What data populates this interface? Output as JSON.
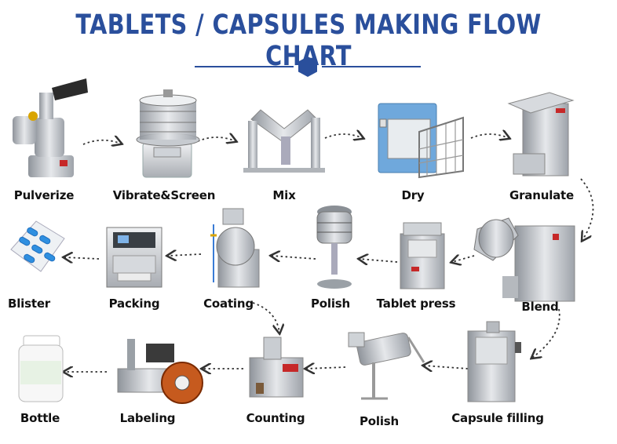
{
  "title": "TABLETS / CAPSULES MAKING FLOW CHART",
  "colors": {
    "title": "#2a4f9c",
    "arrow": "#333333",
    "steel": "#b8bcc2",
    "capsule_blue": "#2f8fe0"
  },
  "steps": [
    {
      "id": "pulverize",
      "label": "Pulverize",
      "icon": "pulverizer-machine"
    },
    {
      "id": "vibrate-screen",
      "label": "Vibrate&Screen",
      "icon": "vibrating-sieve"
    },
    {
      "id": "mix",
      "label": "Mix",
      "icon": "v-mixer"
    },
    {
      "id": "dry",
      "label": "Dry",
      "icon": "drying-oven"
    },
    {
      "id": "granulate",
      "label": "Granulate",
      "icon": "granulator"
    },
    {
      "id": "blend",
      "label": "Blend",
      "icon": "blender-machine"
    },
    {
      "id": "tablet-press",
      "label": "Tablet press",
      "icon": "tablet-press"
    },
    {
      "id": "polish-1",
      "label": "Polish",
      "icon": "tablet-polisher"
    },
    {
      "id": "coating",
      "label": "Coating",
      "icon": "coating-pan"
    },
    {
      "id": "packing",
      "label": "Packing",
      "icon": "packing-machine"
    },
    {
      "id": "blister",
      "label": "Blister",
      "icon": "blister-pack"
    },
    {
      "id": "capsule-filling",
      "label": "Capsule filling",
      "icon": "capsule-filler"
    },
    {
      "id": "polish-2",
      "label": "Polish",
      "icon": "capsule-polisher"
    },
    {
      "id": "counting",
      "label": "Counting",
      "icon": "counting-machine"
    },
    {
      "id": "labeling",
      "label": "Labeling",
      "icon": "labeling-machine"
    },
    {
      "id": "bottle",
      "label": "Bottle",
      "icon": "pill-bottle"
    }
  ]
}
